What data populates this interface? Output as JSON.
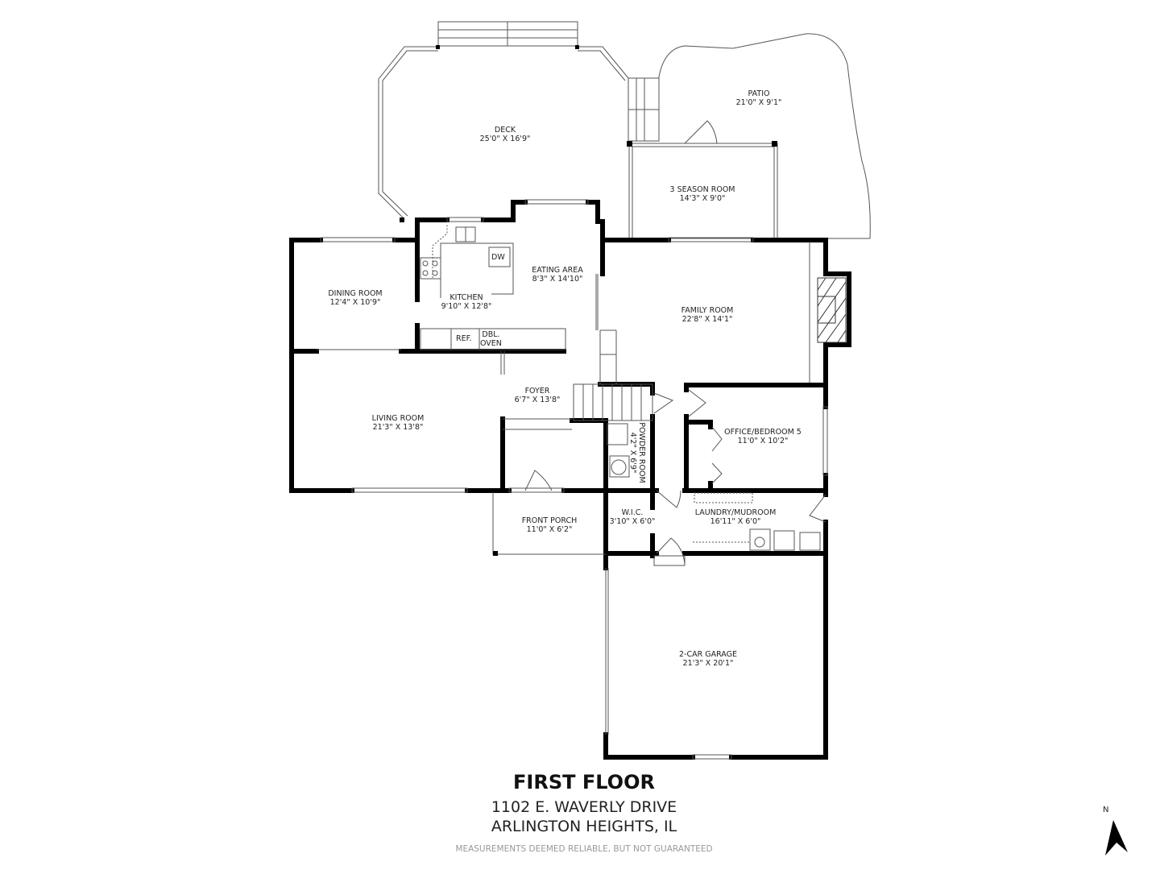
{
  "plan": {
    "title": "FIRST FLOOR",
    "address_line1": "1102 E. WAVERLY DRIVE",
    "address_line2": "ARLINGTON HEIGHTS, IL",
    "disclaimer": "MEASUREMENTS DEEMED RELIABLE, BUT NOT GUARANTEED",
    "north_label": "N"
  },
  "rooms": {
    "deck": {
      "name": "DECK",
      "dims": "25'0\" X 16'9\""
    },
    "patio": {
      "name": "PATIO",
      "dims": "21'0\" X 9'1\""
    },
    "season_room": {
      "name": "3 SEASON ROOM",
      "dims": "14'3\" X 9'0\""
    },
    "dining_room": {
      "name": "DINING ROOM",
      "dims": "12'4\" X 10'9\""
    },
    "kitchen": {
      "name": "KITCHEN",
      "dims": "9'10\" X 12'8\""
    },
    "eating_area": {
      "name": "EATING AREA",
      "dims": "8'3\" X 14'10\""
    },
    "family_room": {
      "name": "FAMILY ROOM",
      "dims": "22'8\" X 14'1\""
    },
    "living_room": {
      "name": "LIVING ROOM",
      "dims": "21'3\" X 13'8\""
    },
    "foyer": {
      "name": "FOYER",
      "dims": "6'7\" X 13'8\""
    },
    "powder_room": {
      "name": "POWDER ROOM",
      "dims": "4'2\" X 6'9\""
    },
    "office": {
      "name": "OFFICE/BEDROOM 5",
      "dims": "11'0\" X 10'2\""
    },
    "front_porch": {
      "name": "FRONT PORCH",
      "dims": "11'0\" X 6'2\""
    },
    "wic": {
      "name": "W.I.C.",
      "dims": "3'10\" X 6'0\""
    },
    "laundry": {
      "name": "LAUNDRY/MUDROOM",
      "dims": "16'11\" X 6'0\""
    },
    "garage": {
      "name": "2-CAR GARAGE",
      "dims": "21'3\" X 20'1\""
    }
  },
  "fixtures": {
    "dishwasher": "DW",
    "refrigerator": "REF.",
    "oven_line1": "DBL.",
    "oven_line2": "OVEN"
  },
  "colors": {
    "wall": "#000000",
    "thin_line": "#555555",
    "text": "#222222",
    "disclaimer": "#999999"
  }
}
